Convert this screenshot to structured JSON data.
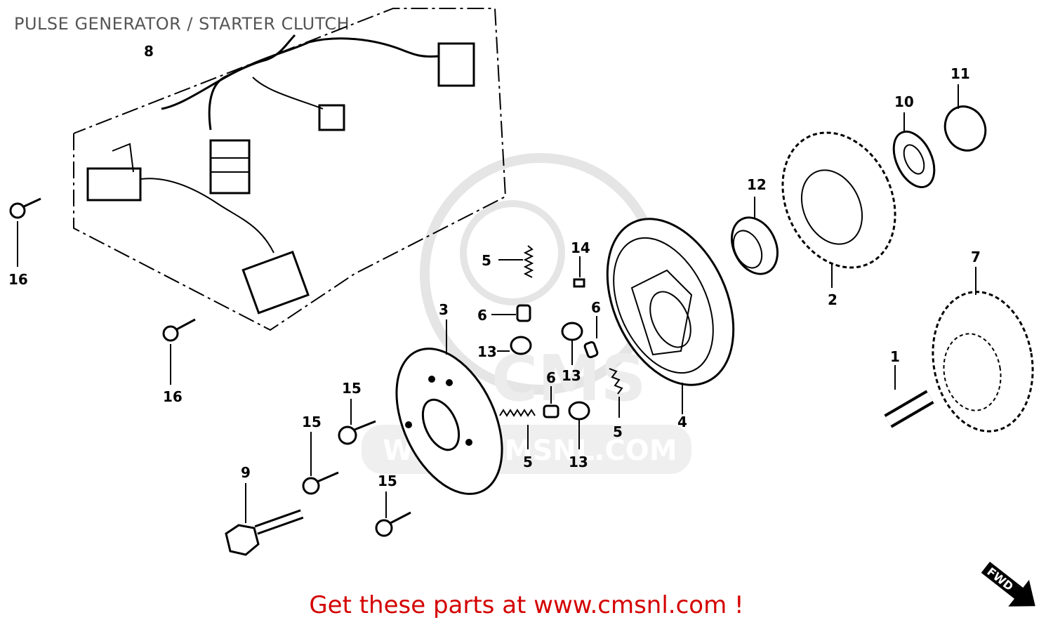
{
  "header": {
    "title": "PULSE GENERATOR / STARTER CLUTCH"
  },
  "footer": {
    "text": "Get these parts at www.cmsnl.com !"
  },
  "watermark": {
    "logo_text": "CMS",
    "url_text": "WWW.CMSNL.COM"
  },
  "direction_marker": {
    "text": "FWD"
  },
  "callouts": {
    "c1": "1",
    "c2": "2",
    "c3": "3",
    "c4": "4",
    "c5a": "5",
    "c5b": "5",
    "c5c": "5",
    "c6a": "6",
    "c6b": "6",
    "c6c": "6",
    "c7": "7",
    "c8": "8",
    "c9": "9",
    "c10": "10",
    "c11": "11",
    "c12": "12",
    "c13a": "13",
    "c13b": "13",
    "c13c": "13",
    "c14": "14",
    "c15a": "15",
    "c15b": "15",
    "c15c": "15",
    "c16a": "16",
    "c16b": "16"
  },
  "colors": {
    "footer": "#d40000",
    "title": "#555555",
    "line": "#000000",
    "watermark": "#e5e5e5"
  }
}
